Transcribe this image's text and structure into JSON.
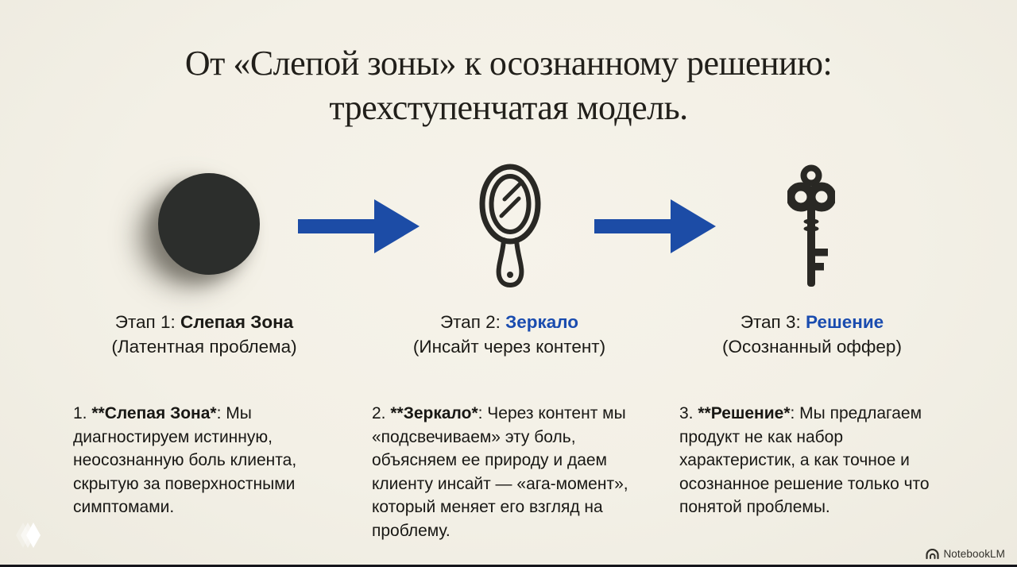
{
  "title": {
    "line1": "От «Слепой зоны» к осознанному решению:",
    "line2": "трехступенчатая модель."
  },
  "stages": [
    {
      "icon": "blind-spot-circle-icon",
      "label_prefix": "Этап 1: ",
      "label_name": "Слепая Зона",
      "sublabel": "(Латентная проблема)",
      "body_num": "1. ",
      "body_bold": "**Слепая Зона*",
      "body_rest": ": Мы диагностируем истинную, неосознанную боль клиента, скрытую за поверхностными симптомами."
    },
    {
      "icon": "hand-mirror-icon",
      "label_prefix": "Этап 2: ",
      "label_name": "Зеркало",
      "sublabel": "(Инсайт через контент)",
      "body_num": "2. ",
      "body_bold": "**Зеркало*",
      "body_rest": ": Через контент мы «подсвечиваем» эту боль, объясняем ее природу и даем клиенту инсайт — «ага-момент», который меняет его взгляд на проблему."
    },
    {
      "icon": "key-icon",
      "label_prefix": "Этап 3: ",
      "label_name": "Решение",
      "sublabel": "(Осознанный оффер)",
      "body_num": "3. ",
      "body_bold": "**Решение*",
      "body_rest": ": Мы предлагаем продукт не как набор характеристик, а как точное и осознанное решение только что понятой проблемы."
    }
  ],
  "footer": {
    "brand": "NotebookLM"
  },
  "colors": {
    "background": "#f3f0e6",
    "accent_blue_text": "#1a4caf",
    "arrow_blue": "#1c4ca6",
    "icon_dark": "#292824",
    "text_dark": "#1b1a16",
    "circle_fill": "#2c2e2c",
    "bottom_edge": "#15151b"
  }
}
